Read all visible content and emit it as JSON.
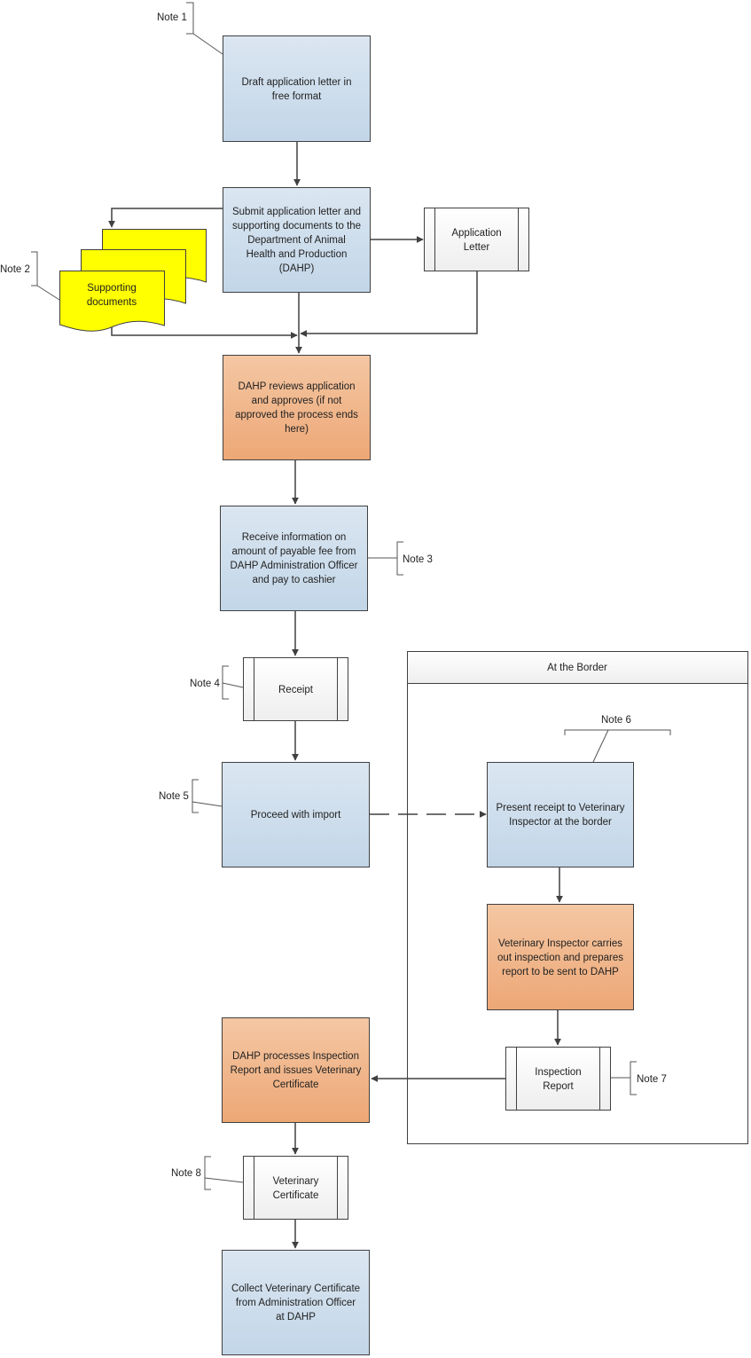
{
  "colors": {
    "process_fill_top": "#dbe6f1",
    "process_fill_bottom": "#c2d6e8",
    "decision_fill_top": "#f4c7a3",
    "decision_fill_bottom": "#eda776",
    "document_fill": "#ffff00",
    "subprocess_fill": "#f2f2f2",
    "stroke": "#404040",
    "connector": "#404040"
  },
  "boxes": {
    "draft": {
      "lines": [
        "Draft application letter in",
        "free format"
      ]
    },
    "submit": {
      "lines": [
        "Submit application letter and",
        "supporting documents to the",
        "Department of Animal",
        "Health and Production",
        "(DAHP)"
      ]
    },
    "application_letter": {
      "lines": [
        "Application",
        "Letter"
      ]
    },
    "supporting_documents": {
      "lines": [
        "Supporting",
        "documents"
      ]
    },
    "review": {
      "lines": [
        "DAHP reviews application",
        "and approves (if not",
        "approved the process ends",
        "here)"
      ]
    },
    "receive_fee": {
      "lines": [
        "Receive information on",
        "amount of payable fee from",
        "DAHP Administration Officer",
        "and pay to cashier"
      ]
    },
    "receipt": {
      "lines": [
        "Receipt"
      ]
    },
    "proceed": {
      "lines": [
        "Proceed with import"
      ]
    },
    "present_receipt": {
      "lines": [
        "Present receipt to Veterinary",
        "Inspector at the border"
      ]
    },
    "inspection": {
      "lines": [
        "Veterinary Inspector carries",
        "out inspection and prepares",
        "report to be sent to DAHP"
      ]
    },
    "inspection_report": {
      "lines": [
        "Inspection",
        "Report"
      ]
    },
    "process_report": {
      "lines": [
        "DAHP processes Inspection",
        "Report and issues Veterinary",
        "Certificate"
      ]
    },
    "vet_certificate": {
      "lines": [
        "Veterinary",
        "Certificate"
      ]
    },
    "collect": {
      "lines": [
        "Collect Veterinary Certificate",
        "from Administration Officer",
        "at DAHP"
      ]
    }
  },
  "border_container": {
    "title": "At the Border"
  },
  "notes": {
    "note1": "Note 1",
    "note2": "Note 2",
    "note3": "Note 3",
    "note4": "Note 4",
    "note5": "Note 5",
    "note6": "Note 6",
    "note7": "Note 7",
    "note8": "Note 8"
  }
}
